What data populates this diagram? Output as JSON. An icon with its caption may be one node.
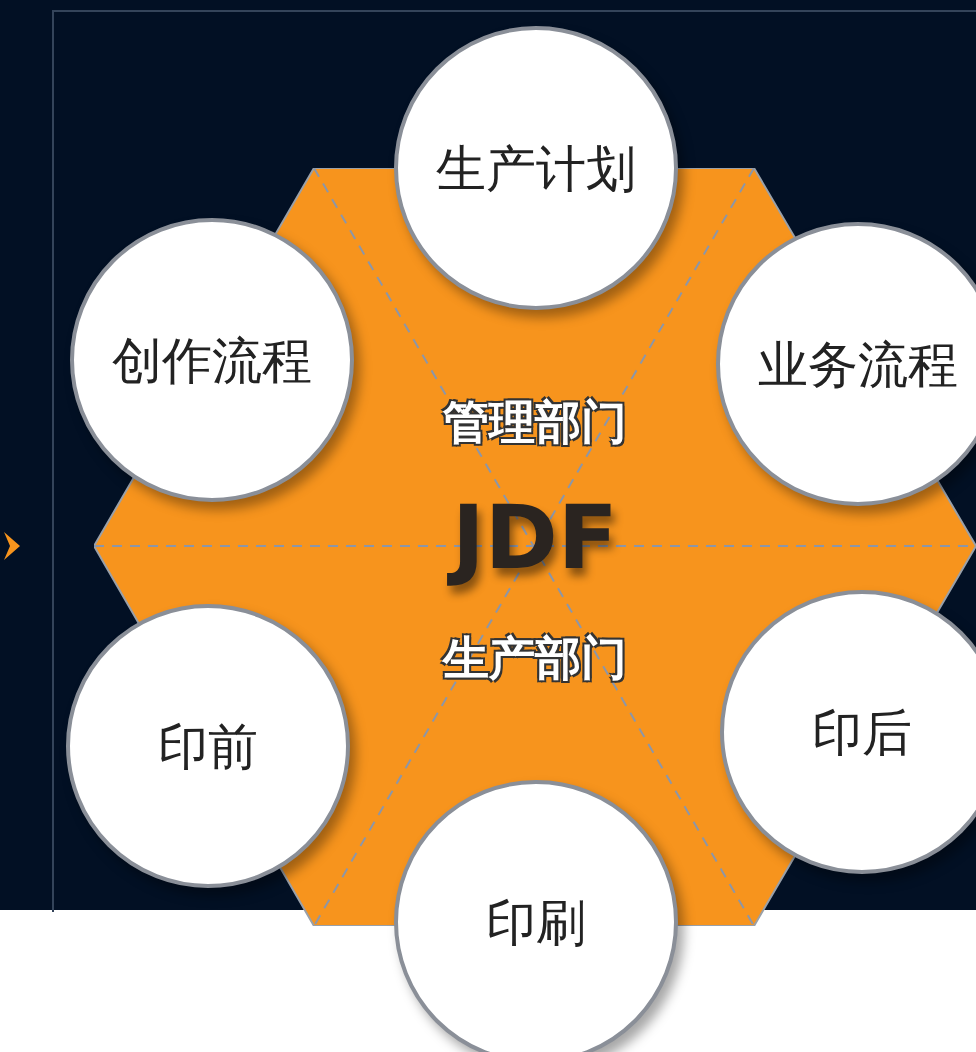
{
  "diagram": {
    "nodes": [
      {
        "text": [
          "管理部门",
          "JDF",
          "生产部门"
        ]
      },
      {
        "text": [
          "生产计划"
        ]
      },
      {
        "text": [
          "创作流程"
        ]
      },
      {
        "text": [
          "业务流程"
        ]
      },
      {
        "text": [
          "印前"
        ]
      },
      {
        "text": [
          "印后"
        ]
      },
      {
        "text": [
          "印刷"
        ]
      }
    ]
  }
}
